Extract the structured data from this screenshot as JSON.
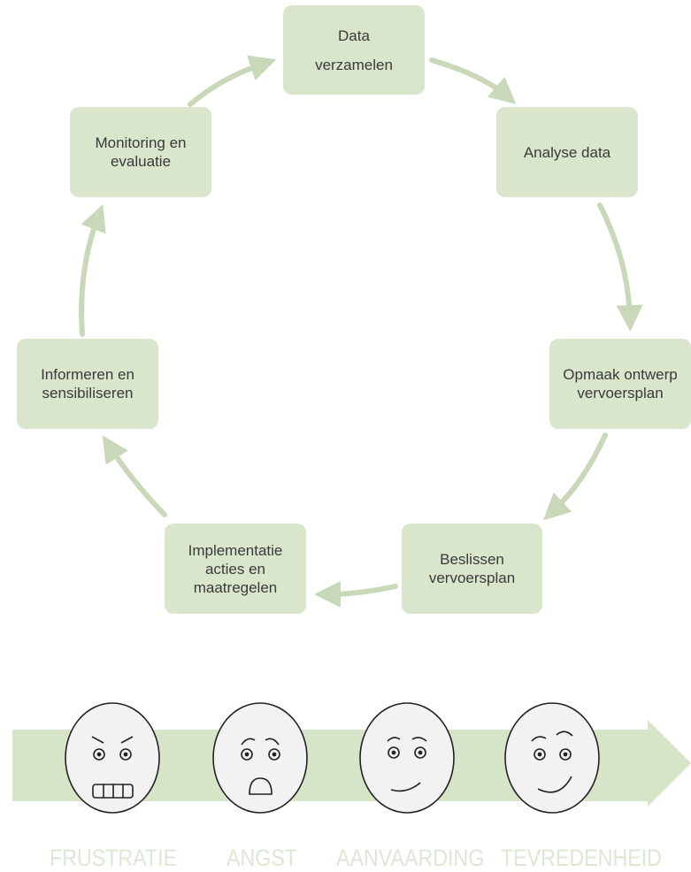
{
  "cycle": {
    "steps": [
      {
        "lines": [
          "Data",
          "verzamelen"
        ]
      },
      {
        "lines": [
          "Analyse data"
        ]
      },
      {
        "lines": [
          "Opmaak ontwerp",
          "vervoersplan"
        ]
      },
      {
        "lines": [
          "Beslissen",
          "vervoersplan"
        ]
      },
      {
        "lines": [
          "Implementatie",
          "acties en",
          "maatregelen"
        ]
      },
      {
        "lines": [
          "Informeren en",
          "sensibiliseren"
        ]
      },
      {
        "lines": [
          "Monitoring en",
          "evaluatie"
        ]
      }
    ]
  },
  "emotions": {
    "labels": [
      "FRUSTRATIE",
      "ANGST",
      "AANVAARDING",
      "TEVREDENHEID"
    ]
  },
  "colors": {
    "box_fill": "#d9e6cc",
    "arrow": "#c9d8b8",
    "band": "#d6e4c8",
    "label": "#dde8d2",
    "face_fill": "#f2f2f2"
  }
}
